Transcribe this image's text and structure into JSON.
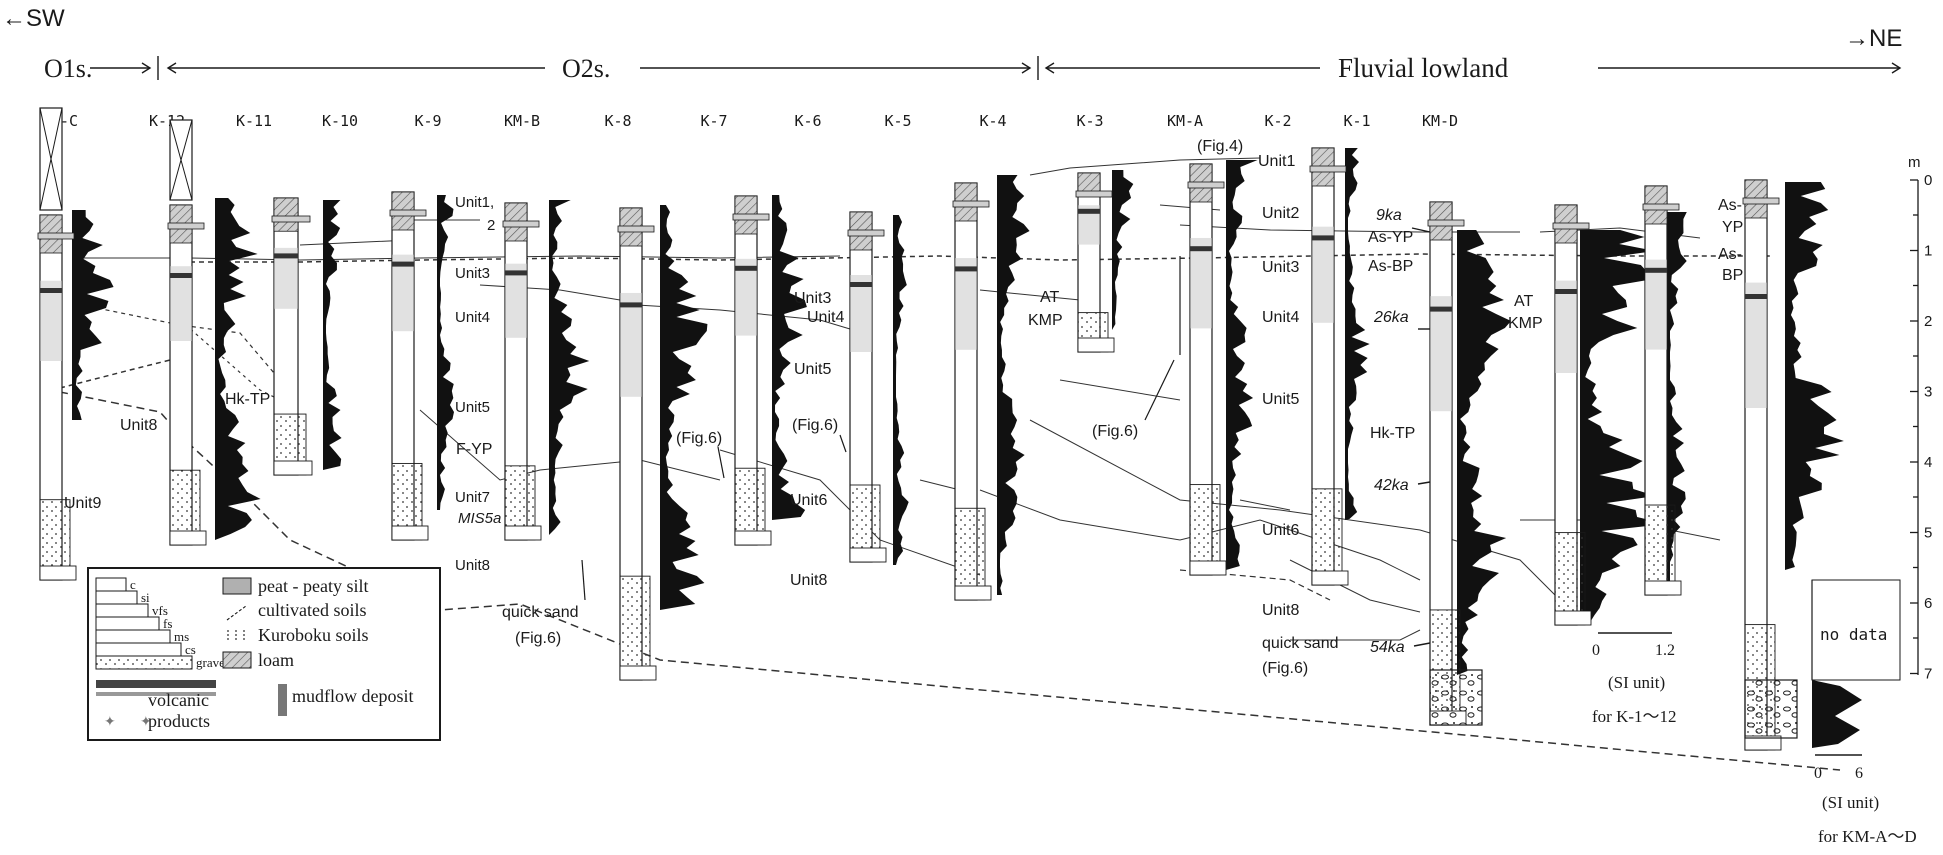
{
  "header": {
    "sw": "←SW",
    "ne": "→NE",
    "o1s": "O1s.",
    "o2s": "O2s.",
    "fluvial": "Fluvial lowland"
  },
  "columns": [
    "KM-C",
    "K-12",
    "K-11",
    "K-10",
    "K-9",
    "KM-B",
    "K-8",
    "K-7",
    "K-6",
    "K-5",
    "K-4",
    "K-3",
    "KM-A",
    "K-2",
    "K-1",
    "KM-D"
  ],
  "fig4": "(Fig.4)",
  "units": {
    "u1": "Unit1",
    "u1b": "Unit1,",
    "u2b": "2",
    "u2": "Unit2",
    "u3": "Unit3",
    "u4": "Unit4",
    "u5": "Unit5",
    "u6": "Unit6",
    "u7": "Unit7",
    "u8": "Unit8",
    "u9": "Unit9"
  },
  "tephra": {
    "hktp": "Hk-TP",
    "fyp": "F-YP",
    "mis5a": "MIS5a",
    "at": "AT",
    "kmp": "KMP",
    "asyp": "As-YP",
    "asbp": "As-BP",
    "as_top": "As-",
    "yp": "YP",
    "bp": "BP"
  },
  "ages": {
    "a9": "9ka",
    "a26": "26ka",
    "a42": "42ka",
    "a54": "54ka"
  },
  "annotations": {
    "fig6": "(Fig.6)",
    "quick_sand": "quick sand",
    "no_data": "no data"
  },
  "depth_scale": {
    "unit": "m",
    "ticks": [
      "0",
      "1",
      "2",
      "3",
      "4",
      "5",
      "6",
      "7"
    ]
  },
  "si_scale_k": {
    "v0": "0",
    "v1": "1.2",
    "unit": "(SI unit)",
    "for": "for K-1～12"
  },
  "si_scale_km": {
    "v0": "0",
    "v1": "6",
    "unit": "(SI unit)",
    "for": "for KM-A～D"
  },
  "legend": {
    "grain": [
      "c",
      "si",
      "vfs",
      "fs",
      "ms",
      "cs",
      "gravel"
    ],
    "peat": "peat - peaty silt",
    "cultivated": "cultivated soils",
    "kuroboku": "Kuroboku soils",
    "loam": "loam",
    "volcanic": "volcanic",
    "products": "products",
    "mudflow": "mudflow deposit"
  },
  "colors": {
    "ink": "#1a1a1a",
    "grey": "#b9b9b9",
    "light": "#dedede",
    "dark": "#4a4a4a"
  }
}
